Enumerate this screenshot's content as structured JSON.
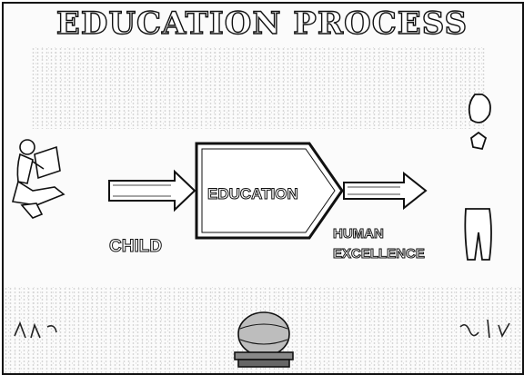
{
  "slide": {
    "title": "EDUCATION PROCESS"
  },
  "diagram": {
    "input_label": "CHILD",
    "process_label": "EDUCATION",
    "output_label_line1": "HUMAN",
    "output_label_line2": "EXCELLENCE"
  },
  "icons": {
    "input": "reading-child-icon",
    "output": "sculpture-figure-icon",
    "bottom": "globe-on-books-icon"
  }
}
